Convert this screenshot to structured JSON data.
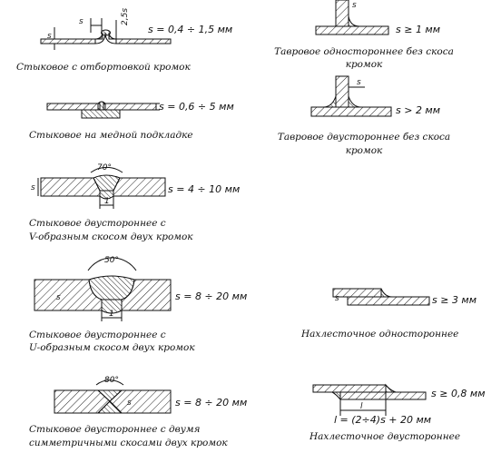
{
  "joints": [
    {
      "id": "flanged",
      "caption": [
        "Стыковое с отбортовкой кромок"
      ],
      "thickness": "s = 0,4 ÷ 1,5 мм",
      "labels": [
        "s",
        "2,5s",
        "s"
      ]
    },
    {
      "id": "copper",
      "caption": [
        "Стыковое на медной подкладке"
      ],
      "thickness": "s = 0,6 ÷ 5 мм"
    },
    {
      "id": "v-double",
      "caption": [
        "Стыковое двустороннее с",
        "V-образным скосом двух кромок"
      ],
      "thickness": "s = 4 ÷ 10 мм",
      "angle": "70°",
      "labels": [
        "s",
        "1"
      ]
    },
    {
      "id": "u-double",
      "caption": [
        "Стыковое двустороннее с",
        "U-образным скосом двух кромок"
      ],
      "thickness": "s = 8 ÷ 20 мм",
      "angle": "50°",
      "labels": [
        "s",
        "1"
      ]
    },
    {
      "id": "x-double",
      "caption": [
        "Стыковое двустороннее с двумя",
        "симметричными скосами двух кромок"
      ],
      "thickness": "s = 8 ÷ 20 мм",
      "angle": "80°",
      "labels": [
        "s"
      ]
    },
    {
      "id": "tee-one",
      "caption": [
        "Тавровое одностороннее без скоса",
        "кромок"
      ],
      "thickness": "s ≥ 1 мм",
      "labels": [
        "s"
      ]
    },
    {
      "id": "tee-two",
      "caption": [
        "Тавровое двустороннее без скоса",
        "кромок"
      ],
      "thickness": "s > 2 мм",
      "labels": [
        "s"
      ]
    },
    {
      "id": "lap-one",
      "caption": [
        "Нахлесточное одностороннее"
      ],
      "thickness": "s ≥ 3 мм",
      "labels": [
        "s"
      ]
    },
    {
      "id": "lap-two",
      "caption": [
        "Нахлесточное двустороннее"
      ],
      "thickness": "s ≥ 0,8 мм",
      "overlap": "l = (2÷4)s + 20 мм",
      "labels": [
        "l"
      ]
    }
  ]
}
